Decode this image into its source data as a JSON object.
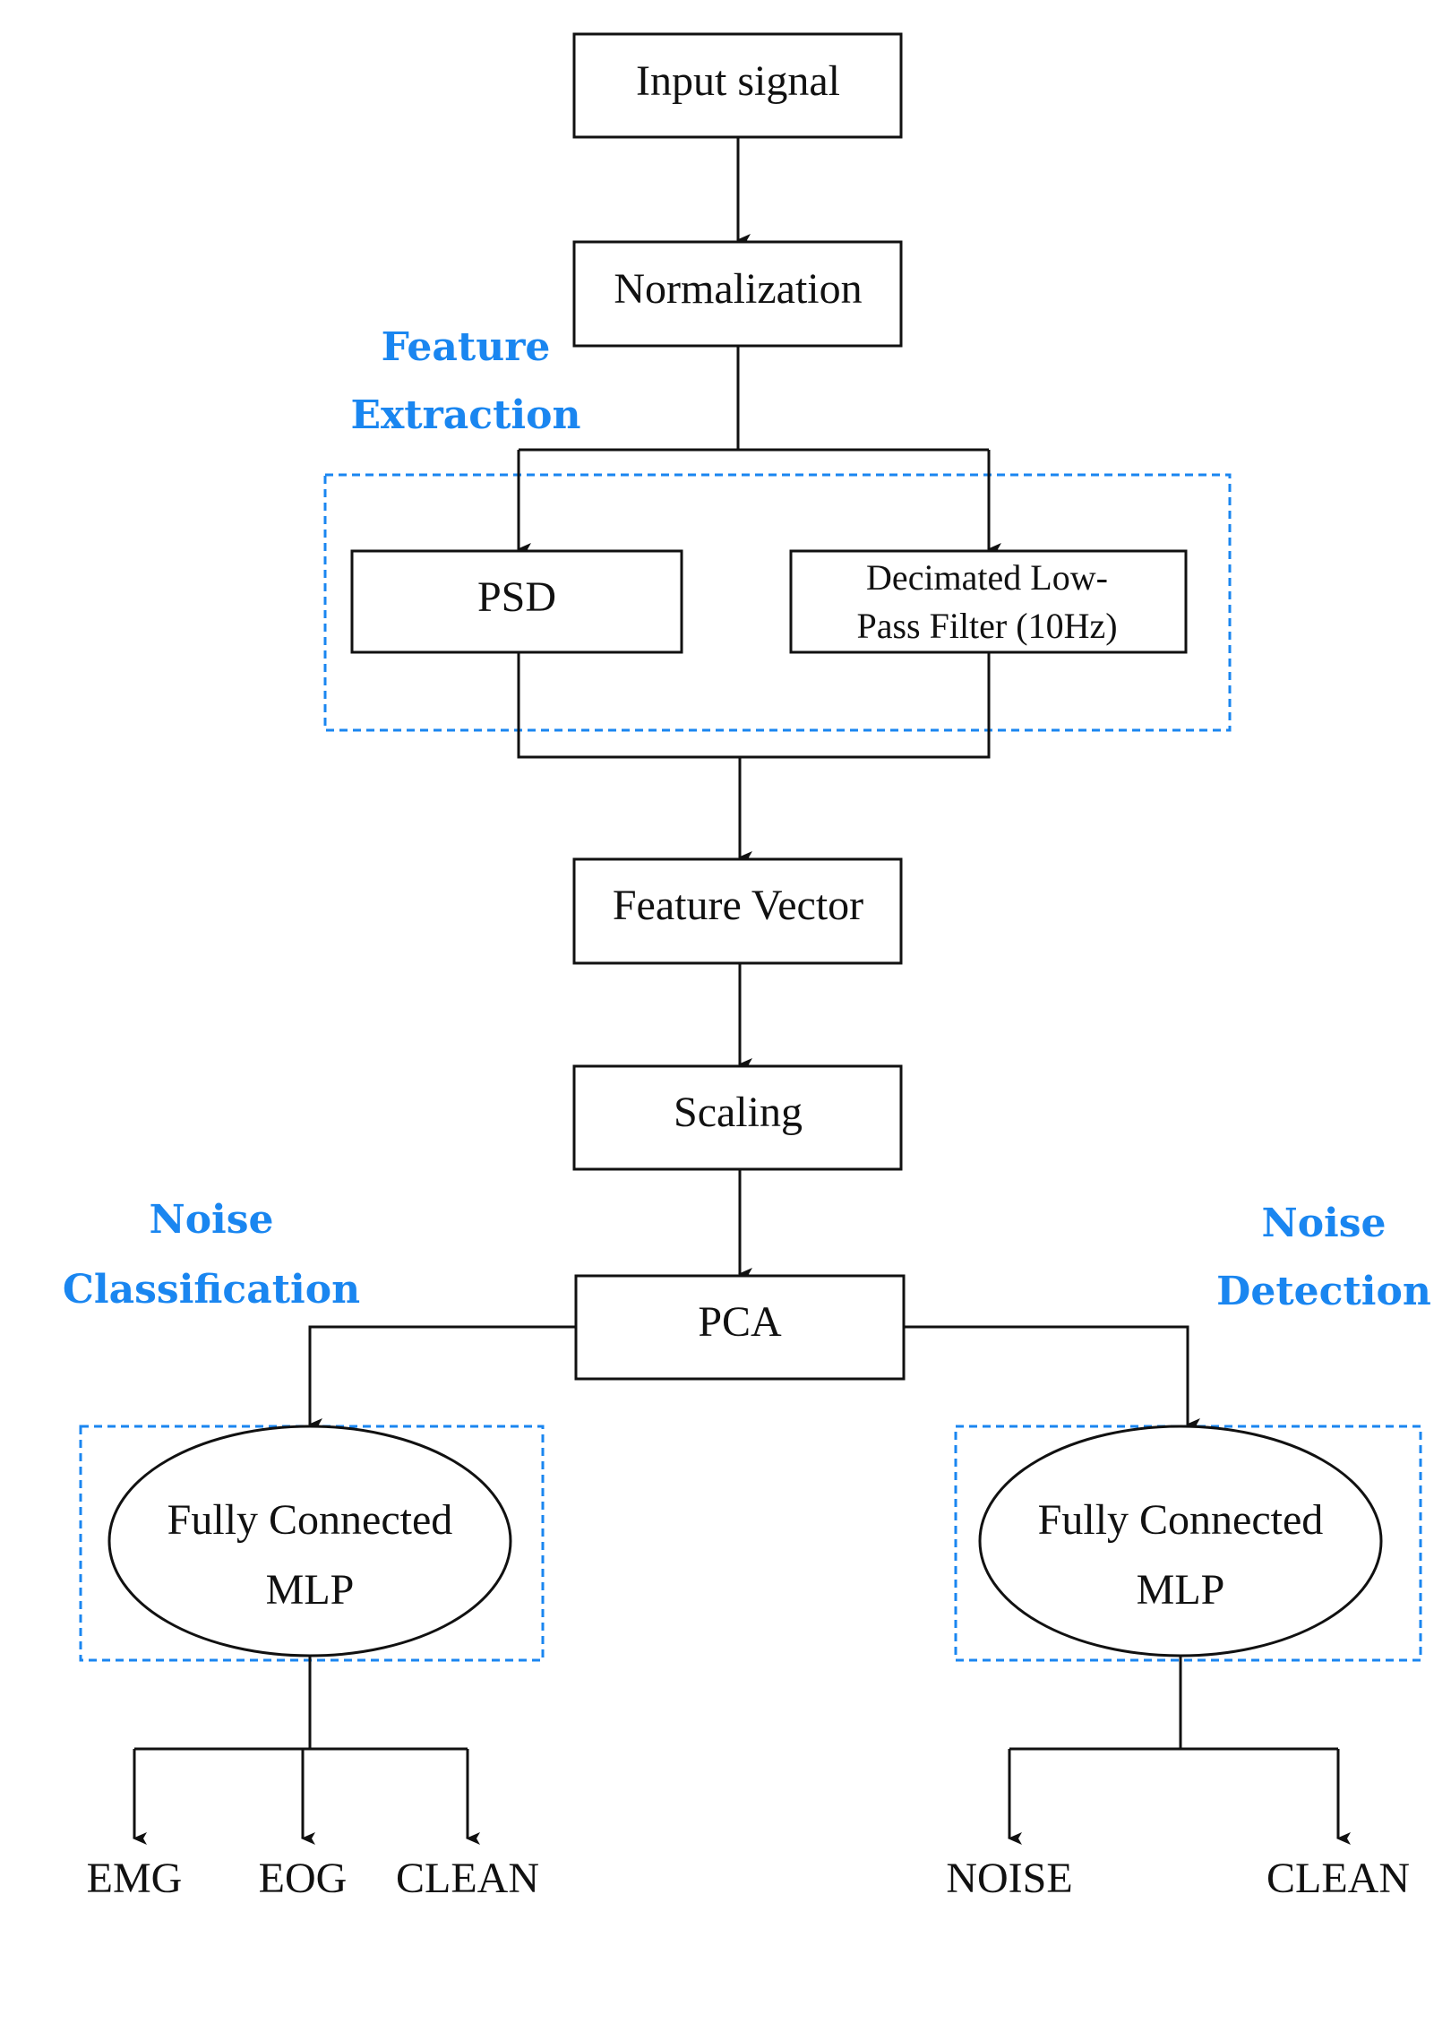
{
  "diagram": {
    "nodes": {
      "input": "Input signal",
      "normalization": "Normalization",
      "psd": "PSD",
      "dlpf_line1": "Decimated Low-",
      "dlpf_line2": "Pass Filter (10Hz)",
      "feature_vector": "Feature Vector",
      "scaling": "Scaling",
      "pca": "PCA",
      "mlp_class_line1": "Fully Connected",
      "mlp_class_line2": "MLP",
      "mlp_detect_line1": "Fully Connected",
      "mlp_detect_line2": "MLP"
    },
    "group_labels": {
      "feature_extraction_line1": "Feature",
      "feature_extraction_line2": "Extraction",
      "noise_classification_line1": "Noise",
      "noise_classification_line2": "Classification",
      "noise_detection_line1": "Noise",
      "noise_detection_line2": "Detection"
    },
    "outputs": {
      "classification": [
        "EMG",
        "EOG",
        "CLEAN"
      ],
      "detection": [
        "NOISE",
        "CLEAN"
      ]
    },
    "colors": {
      "accent_blue": "#1a86f0",
      "line": "#111111"
    }
  }
}
